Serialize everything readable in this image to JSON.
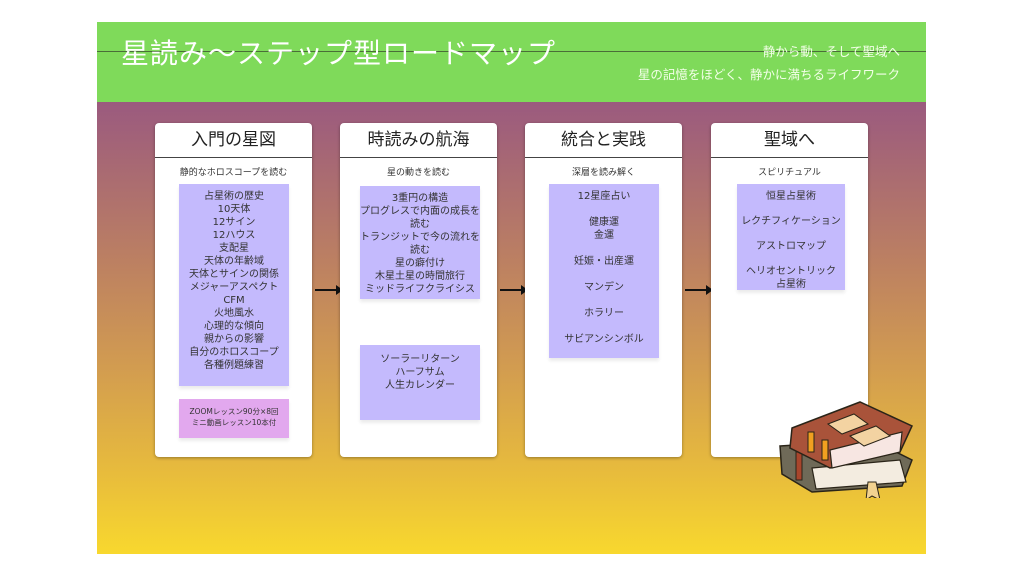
{
  "header": {
    "title": "星読み〜ステップ型ロードマップ",
    "tagline_1": "静から動、そして聖域へ",
    "tagline_2": "星の記憶をほどく、静かに満ちるライフワーク"
  },
  "colors": {
    "header_bg": "#7fda5a",
    "gradient_top": "#8a4a8d",
    "gradient_bottom": "#f8d82e",
    "box_lavender": "#c4bafd",
    "box_pink": "#e2a8ee"
  },
  "stages": [
    {
      "title": "入門の星図",
      "subtitle": "静的なホロスコープを読む",
      "groups": [
        [
          "占星術の歴史",
          "10天体",
          "12サイン",
          "12ハウス",
          "支配星",
          "天体の年齢域",
          "天体とサインの関係",
          "メジャーアスペクト",
          "CFM",
          "火地風水",
          "心理的な傾向",
          "親からの影響",
          "自分のホロスコープ",
          "各種例題練習"
        ]
      ],
      "note": [
        "ZOOMレッスン90分×8回",
        "ミニ動画レッスン10本付"
      ]
    },
    {
      "title": "時読みの航海",
      "subtitle": "星の動きを読む",
      "groups": [
        [
          "3重円の構造",
          "プログレスで内面の成長を読む",
          "トランジットで今の流れを読む",
          "星の癖付け",
          "木星土星の時間旅行",
          "ミッドライフクライシス"
        ],
        [
          "ソーラーリターン",
          "ハーフサム",
          "人生カレンダー"
        ]
      ]
    },
    {
      "title": "統合と実践",
      "subtitle": "深層を読み解く",
      "groups": [
        [
          "12星座占い",
          "健康運\n金運",
          "妊娠・出産運",
          "マンデン",
          "ホラリー",
          "サビアンシンボル"
        ]
      ]
    },
    {
      "title": "聖域へ",
      "subtitle": "スピリチュアル",
      "groups": [
        [
          "恒星占星術",
          "レクチフィケーション",
          "アストロマップ",
          "ヘリオセントリック占星術"
        ]
      ]
    }
  ],
  "arrows": [
    "arrow-1-to-2",
    "arrow-2-to-3",
    "arrow-3-to-4"
  ],
  "decoration": {
    "icon": "stacked-books-icon"
  }
}
